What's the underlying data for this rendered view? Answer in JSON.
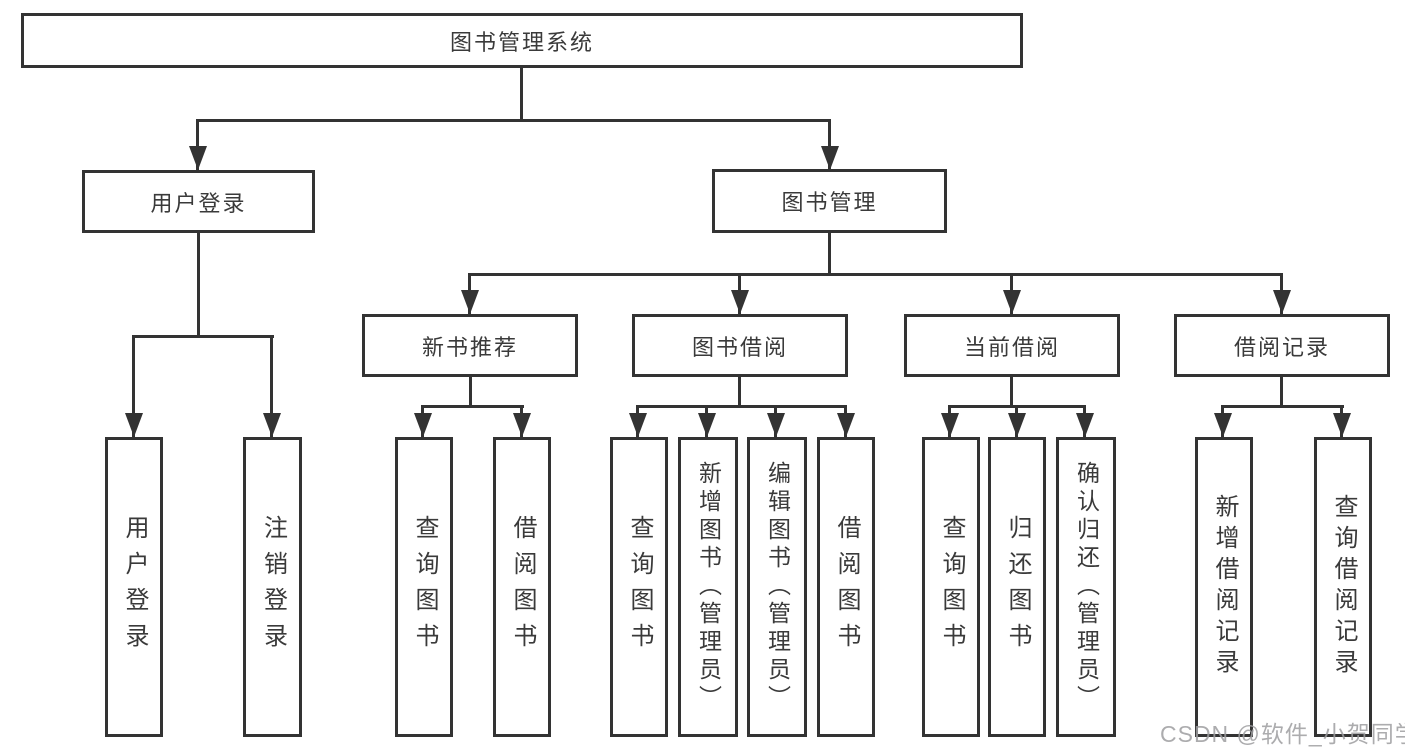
{
  "diagram": {
    "root": {
      "label": "图书管理系统"
    },
    "branches": [
      {
        "label": "用户登录",
        "children": [
          {
            "label": "用户登录"
          },
          {
            "label": "注销登录"
          }
        ]
      },
      {
        "label": "图书管理",
        "children": [
          {
            "label": "新书推荐",
            "children": [
              {
                "label": "查询图书"
              },
              {
                "label": "借阅图书"
              }
            ]
          },
          {
            "label": "图书借阅",
            "children": [
              {
                "label": "查询图书"
              },
              {
                "label": "新增图书（管理员）"
              },
              {
                "label": "编辑图书（管理员）"
              },
              {
                "label": "借阅图书"
              }
            ]
          },
          {
            "label": "当前借阅",
            "children": [
              {
                "label": "查询图书"
              },
              {
                "label": "归还图书"
              },
              {
                "label": "确认归还（管理员）"
              }
            ]
          },
          {
            "label": "借阅记录",
            "children": [
              {
                "label": "新增借阅记录"
              },
              {
                "label": "查询借阅记录"
              }
            ]
          }
        ]
      }
    ]
  },
  "watermark": {
    "text": "CSDN @软件_小贺同学"
  },
  "colors": {
    "line": "#333333",
    "box_border": "#333333",
    "text": "#3a3a3a",
    "background": "#ffffff",
    "watermark": "#9e9ea0"
  }
}
